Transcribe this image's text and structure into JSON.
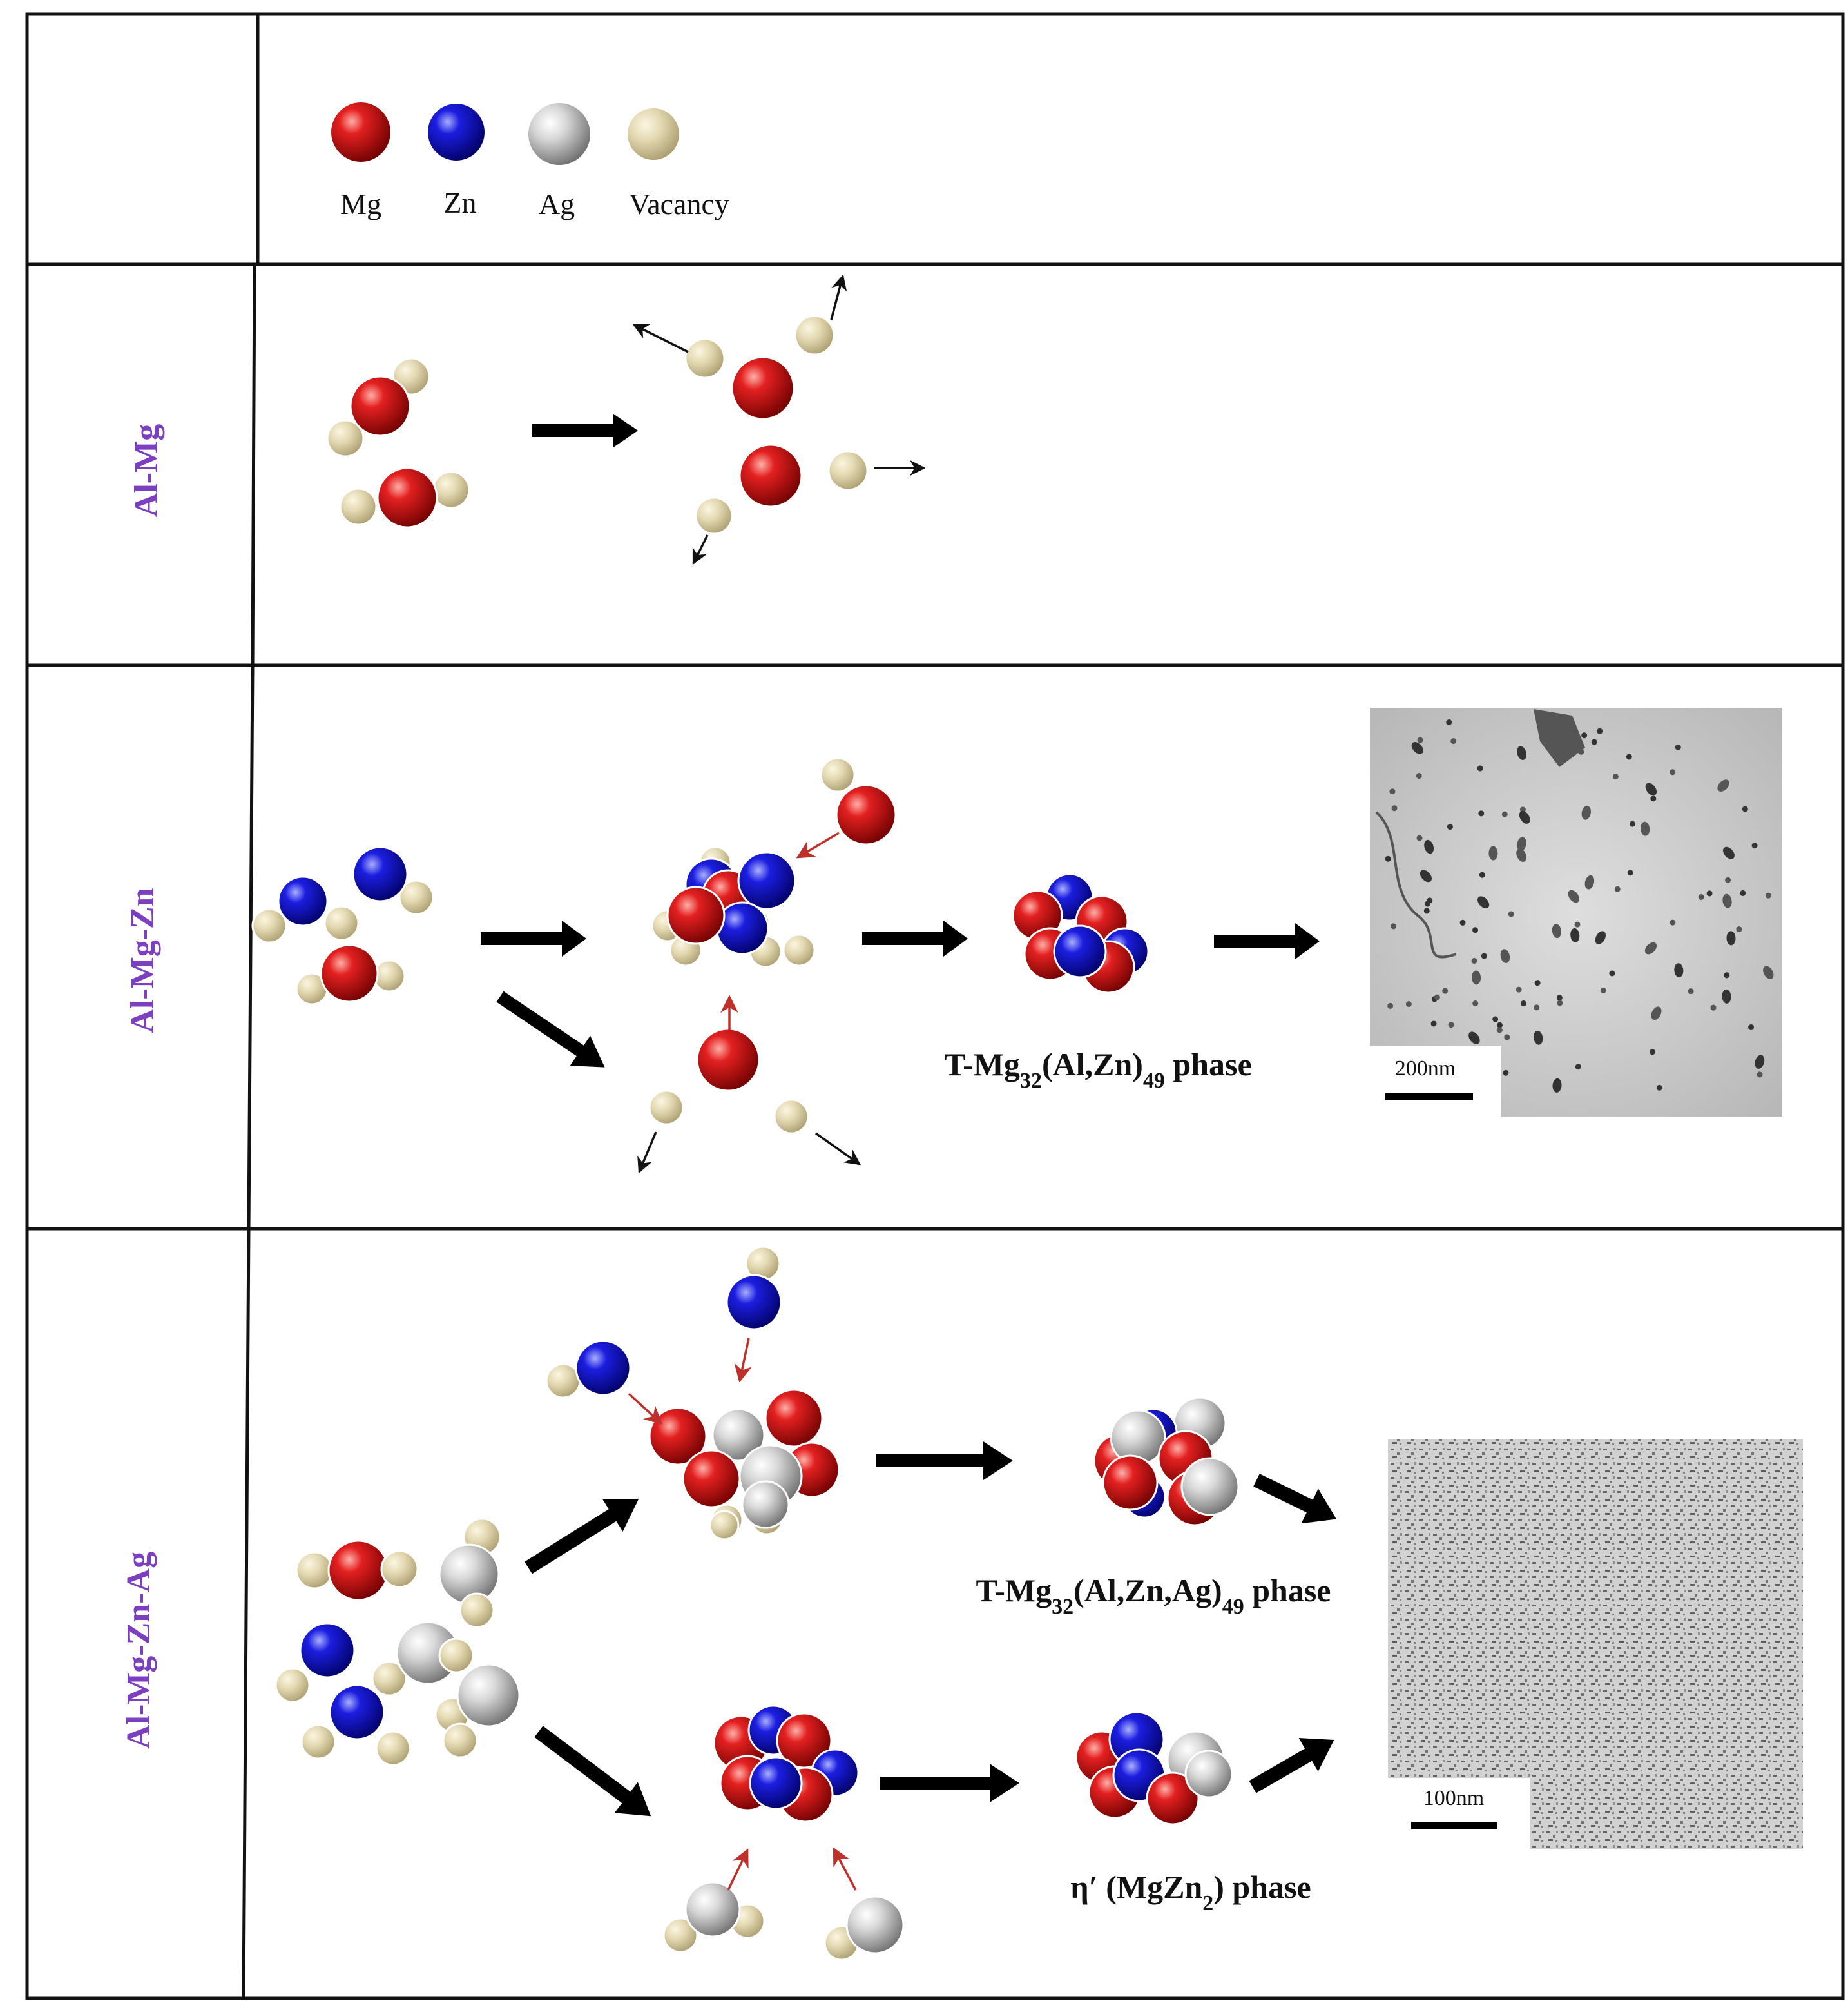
{
  "colors": {
    "mg": "#cc1111",
    "zn": "#1a1acc",
    "ag": "#c8c8c8",
    "vacancy": "#e0d6b0",
    "row_label": "#7b3fbf",
    "border": "#111111",
    "small_arrow_red": "#c0302a"
  },
  "legend": {
    "items": [
      {
        "key": "mg",
        "label": "Mg"
      },
      {
        "key": "zn",
        "label": "Zn"
      },
      {
        "key": "ag",
        "label": "Ag"
      },
      {
        "key": "vacancy",
        "label": "Vacancy"
      }
    ]
  },
  "rows": {
    "al_mg": {
      "label": "Al-Mg"
    },
    "al_mg_zn": {
      "label": "Al-Mg-Zn",
      "phase_base": "T-Mg",
      "phase_sub1": "32",
      "phase_mid": "(Al,Zn)",
      "phase_sub2": "49",
      "phase_tail": " phase",
      "scale_bar": "200nm"
    },
    "al_mg_zn_ag": {
      "label": "Al-Mg-Zn-Ag",
      "phase_t_base": "T-Mg",
      "phase_t_sub1": "32",
      "phase_t_mid": "(Al,Zn,Ag)",
      "phase_t_sub2": "49",
      "phase_t_tail": " phase",
      "phase_eta_base": "η′ (MgZn",
      "phase_eta_sub": "2",
      "phase_eta_tail": ")  phase",
      "scale_bar": "100nm"
    }
  }
}
